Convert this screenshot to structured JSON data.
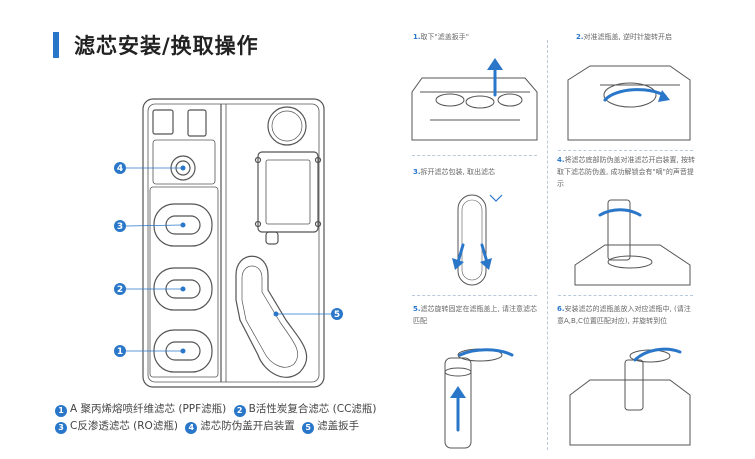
{
  "header": {
    "title": "滤芯安装/换取操作"
  },
  "legend": {
    "row1": [
      {
        "num": "1",
        "text": "A 聚丙烯熔喷纤维滤芯 (PPF滤瓶)"
      },
      {
        "num": "2",
        "text": "B活性炭复合滤芯 (CC滤瓶)"
      }
    ],
    "row2": [
      {
        "num": "3",
        "text": "C反渗透滤芯 (RO滤瓶)"
      },
      {
        "num": "4",
        "text": "滤芯防伪盖开启装置"
      },
      {
        "num": "5",
        "text": "滤盖扳手"
      }
    ]
  },
  "callouts": [
    "1",
    "2",
    "3",
    "4",
    "5"
  ],
  "steps": [
    {
      "num": "1.",
      "text": "取下\"滤盖扳手\""
    },
    {
      "num": "2.",
      "text": "对准滤瓶盖, 逆时针旋转开启"
    },
    {
      "num": "3.",
      "text": "拆开滤芯包装, 取出滤芯"
    },
    {
      "num": "4.",
      "text": "将滤芯底部防伪盖对准滤芯开启装置, 按转取下滤芯防伪盖, 成功解锁会有\"嘀\"的声音提示"
    },
    {
      "num": "5.",
      "text": "滤芯旋转固定在滤瓶盖上, 请注意滤芯匹配"
    },
    {
      "num": "6.",
      "text": "安装滤芯的滤瓶盖放入对应滤瓶中, (请注意A,B,C位置匹配对应), 并旋转到位"
    }
  ],
  "colors": {
    "accent": "#2a77c9",
    "line": "#555555"
  }
}
